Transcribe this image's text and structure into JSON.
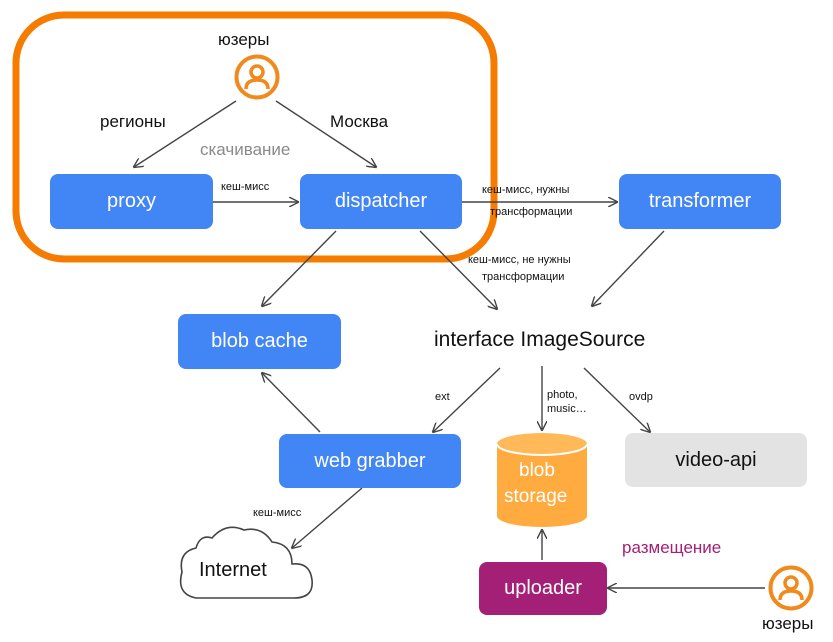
{
  "group": {
    "label": "скачивание"
  },
  "users_top": {
    "label": "юзеры"
  },
  "users_bottom": {
    "label": "юзеры"
  },
  "edges": {
    "regions": "регионы",
    "moscow": "Москва",
    "proxy_dispatcher": "кеш-мисс",
    "dispatcher_transformer_1": "кеш-мисс, нужны",
    "dispatcher_transformer_2": "трансформации",
    "dispatcher_imagesource_1": "кеш-мисс, не нужны",
    "dispatcher_imagesource_2": "трансформации",
    "ext": "ext",
    "photo_1": "photo,",
    "photo_2": "music…",
    "ovdp": "ovdp",
    "webgrabber_internet": "кеш-мисс",
    "placement": "размещение"
  },
  "nodes": {
    "proxy": "proxy",
    "dispatcher": "dispatcher",
    "transformer": "transformer",
    "blob_cache": "blob cache",
    "interface_imagesource": "interface ImageSource",
    "web_grabber": "web grabber",
    "blob_storage_1": "blob",
    "blob_storage_2": "storage",
    "video_api": "video-api",
    "internet": "Internet",
    "uploader": "uploader"
  },
  "colors": {
    "service": "#4285f4",
    "group_outline": "#f57c00",
    "user_icon": "#f08a1c",
    "storage": "#ffab40",
    "external": "#e3e3e3",
    "uploader": "#a41f76",
    "placement_text": "#a41f76",
    "group_label_text": "#8a8a8a"
  }
}
